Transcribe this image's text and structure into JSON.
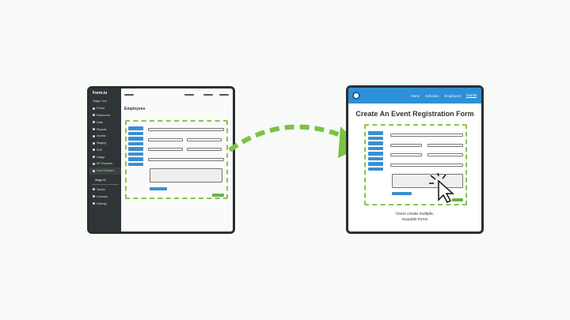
{
  "left": {
    "logo": "Form.io",
    "stage": "Stage: Live",
    "nav": [
      "Forms",
      "Resources",
      "Data",
      "Reports",
      "Access",
      "Staging",
      "PDF",
      "Usage",
      "API Explorer",
      "Form Builders"
    ],
    "stage_id": "Stage ID",
    "nav2": [
      "Teams",
      "Licenses",
      "Settings"
    ],
    "title": "Employees"
  },
  "right": {
    "nav": [
      "Home",
      "Schedule",
      "Employees",
      "Events"
    ],
    "title": "Create An Event Registration Form",
    "caption_1": "Users create multiple,",
    "caption_2": "reusable forms"
  },
  "colors": {
    "accent": "#8bc34a",
    "blue": "#2e90d6",
    "frame": "#2b2f33"
  }
}
